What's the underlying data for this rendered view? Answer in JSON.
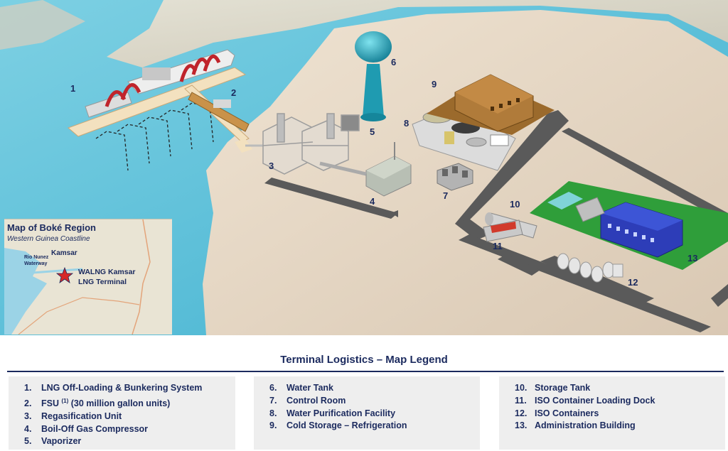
{
  "site_numbers": [
    "1",
    "2",
    "3",
    "4",
    "5",
    "6",
    "7",
    "8",
    "9",
    "10",
    "11",
    "12",
    "13"
  ],
  "inset": {
    "title": "Map of Boké Region",
    "subtitle": "Western Guinea Coastline",
    "kamsar": "Kamsar",
    "rio_nunez_1": "Rio Nunez",
    "rio_nunez_2": "Waterway",
    "terminal_1": "WALNG Kamsar",
    "terminal_2": "LNG Terminal"
  },
  "legend": {
    "title": "Terminal Logistics – Map Legend",
    "col1": [
      {
        "n": "1.",
        "label": "LNG Off-Loading & Bunkering System"
      },
      {
        "n": "2.",
        "label_pre": "FSU ",
        "sup": "(1)",
        "label_post": " (30 million gallon units)"
      },
      {
        "n": "3.",
        "label": "Regasification Unit"
      },
      {
        "n": "4.",
        "label": "Boil-Off Gas Compressor"
      },
      {
        "n": "5.",
        "label": "Vaporizer"
      }
    ],
    "col2": [
      {
        "n": "6.",
        "label": "Water Tank"
      },
      {
        "n": "7.",
        "label": "Control Room"
      },
      {
        "n": "8.",
        "label": "Water Purification Facility"
      },
      {
        "n": "9.",
        "label": "Cold Storage – Refrigeration"
      }
    ],
    "col3": [
      {
        "n": "10.",
        "label": "Storage Tank"
      },
      {
        "n": "11.",
        "label": "ISO Container Loading Dock"
      },
      {
        "n": "12.",
        "label": "ISO Containers"
      },
      {
        "n": "13.",
        "label": "Administration Building"
      }
    ]
  },
  "colors": {
    "water": "#6cc6dd",
    "land": "#e6d9c8",
    "road": "#555555",
    "green": "#2f9e3a",
    "navy": "#1b2a5e"
  }
}
